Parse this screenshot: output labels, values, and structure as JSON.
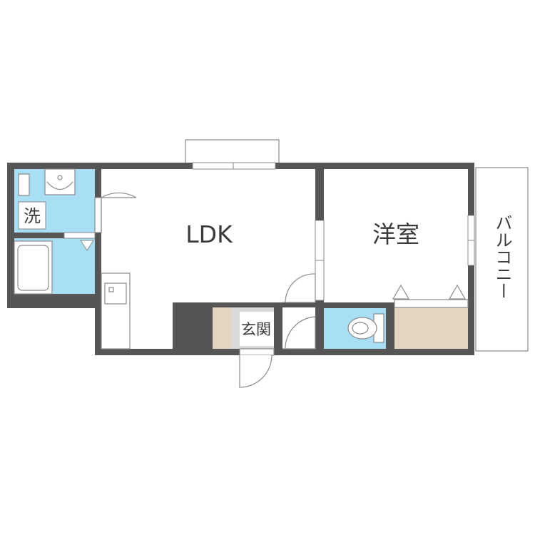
{
  "rooms": {
    "ldk": "LDK",
    "western_room": "洋室",
    "laundry": "洗",
    "entrance": "玄関",
    "balcony": "バルコニー"
  },
  "colors": {
    "wall": "#555555",
    "wet_area": "#a8dff5",
    "storage": "#e3d5c2",
    "entrance_floor": "#d9d9d9",
    "fixture_line": "#8a8a8a"
  }
}
